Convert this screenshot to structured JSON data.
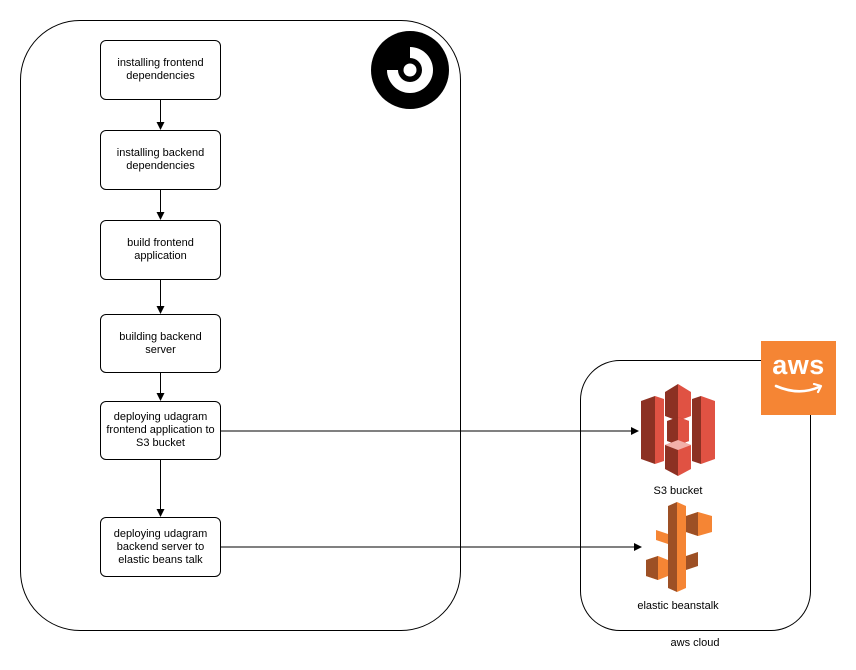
{
  "pipeline": {
    "steps": [
      {
        "label": "installing frontend dependencies"
      },
      {
        "label": "installing backend dependencies"
      },
      {
        "label": "build frontend application"
      },
      {
        "label": "building backend server"
      },
      {
        "label": "deploying udagram frontend application to S3 bucket"
      },
      {
        "label": "deploying udagram backend server to elastic beans talk"
      }
    ],
    "logo_icon": "circleci-logo-icon"
  },
  "aws": {
    "logo_text": "aws",
    "logo_color": "#f58534",
    "group_label": "aws cloud",
    "s3": {
      "label": "S3 bucket",
      "icon": "s3-bucket-icon",
      "color": "#e05243"
    },
    "beanstalk": {
      "label": "elastic beanstalk",
      "icon": "elastic-beanstalk-icon",
      "color": "#f58534"
    }
  }
}
